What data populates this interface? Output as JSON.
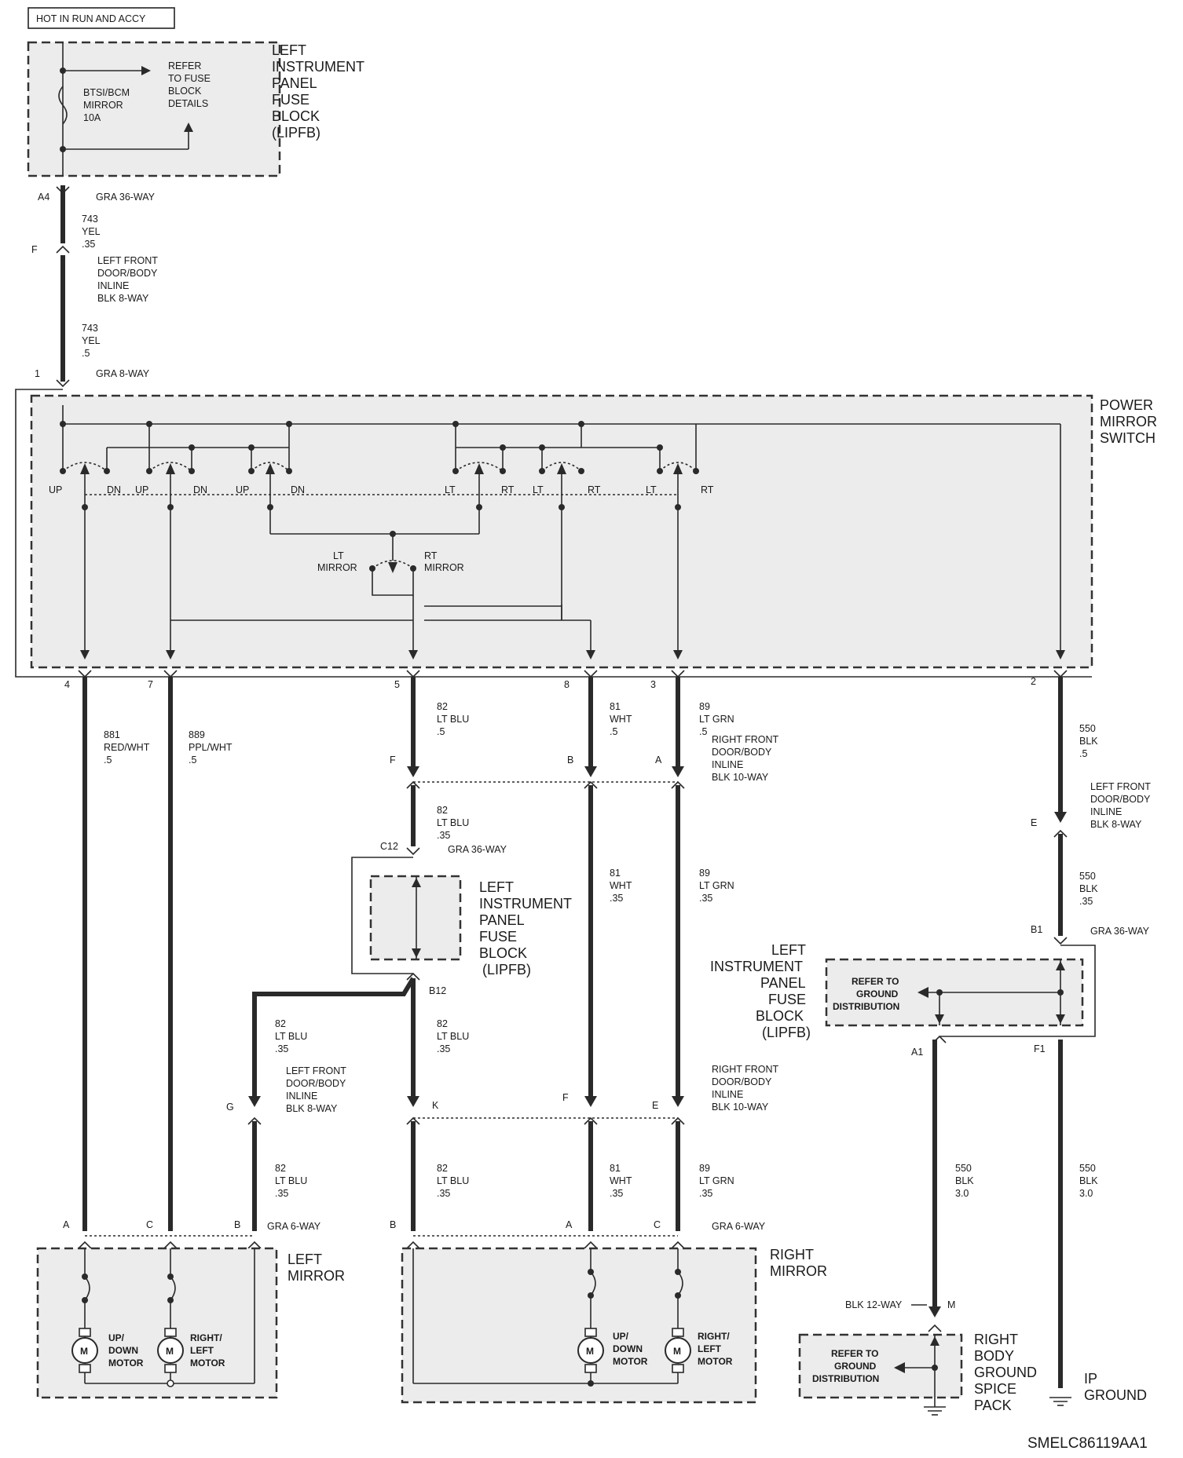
{
  "header": {
    "hot_label": "HOT IN RUN AND ACCY"
  },
  "components": {
    "lipfb_top": {
      "title": [
        "LEFT",
        "INSTRUMENT",
        "PANEL",
        "FUSE",
        "BLOCK",
        "(LIPFB)"
      ],
      "fuse_label": [
        "BTSI/BCM",
        "MIRROR",
        "10A"
      ],
      "refer_label": [
        "REFER",
        "TO FUSE",
        "BLOCK",
        "DETAILS"
      ]
    },
    "power_mirror_switch": {
      "title": [
        "POWER",
        "MIRROR",
        "SWITCH"
      ],
      "contacts": [
        "UP",
        "DN",
        "UP",
        "DN",
        "UP",
        "DN",
        "LT",
        "RT",
        "LT",
        "RT",
        "LT",
        "RT"
      ],
      "selector_left": [
        "LT",
        "MIRROR"
      ],
      "selector_right": [
        "RT",
        "MIRROR"
      ]
    },
    "lipfb_mid": {
      "title": [
        "LEFT",
        "INSTRUMENT",
        "PANEL",
        "FUSE",
        "BLOCK",
        "(LIPFB)"
      ]
    },
    "lipfb_right": {
      "title": [
        "LEFT",
        "INSTRUMENT",
        "PANEL",
        "FUSE",
        "BLOCK",
        "(LIPFB)"
      ],
      "refer_label": [
        "REFER TO",
        "GROUND",
        "DISTRIBUTION"
      ]
    },
    "left_mirror": {
      "title": [
        "LEFT",
        "MIRROR"
      ],
      "motor1": [
        "UP/",
        "DOWN",
        "MOTOR"
      ],
      "motor2": [
        "RIGHT/",
        "LEFT",
        "MOTOR"
      ],
      "m": "M"
    },
    "right_mirror": {
      "title": [
        "RIGHT",
        "MIRROR"
      ],
      "motor1": [
        "UP/",
        "DOWN",
        "MOTOR"
      ],
      "motor2": [
        "RIGHT/",
        "LEFT",
        "MOTOR"
      ],
      "m": "M"
    },
    "right_body_ground": {
      "title": [
        "RIGHT",
        "BODY",
        "GROUND",
        "SPICE",
        "PACK"
      ],
      "refer_label": [
        "REFER TO",
        "GROUND",
        "DISTRIBUTION"
      ]
    },
    "ip_ground": {
      "title": [
        "IP",
        "GROUND"
      ]
    }
  },
  "connectors": {
    "a4": {
      "pin": "A4",
      "name": "GRA 36-WAY"
    },
    "f_top": {
      "pin": "F",
      "name": [
        "LEFT FRONT",
        "DOOR/BODY",
        "INLINE",
        "BLK 8-WAY"
      ]
    },
    "sw1": {
      "pin": "1",
      "name": "GRA 8-WAY"
    },
    "sw_pins": [
      "4",
      "7",
      "5",
      "8",
      "3",
      "2"
    ],
    "rfd_top": {
      "pins": [
        "F",
        "B",
        "A"
      ],
      "name": [
        "RIGHT FRONT",
        "DOOR/BODY",
        "INLINE",
        "BLK 10-WAY"
      ]
    },
    "lfd_e": {
      "pin": "E",
      "name": [
        "LEFT FRONT",
        "DOOR/BODY",
        "INLINE",
        "BLK 8-WAY"
      ]
    },
    "c12": {
      "pin": "C12",
      "name": "GRA 36-WAY"
    },
    "b12": {
      "pin": "B12"
    },
    "b1": {
      "pin": "B1",
      "name": "GRA 36-WAY"
    },
    "a1": {
      "pin": "A1"
    },
    "f1": {
      "pin": "F1"
    },
    "lfd_g": {
      "pin": "G",
      "name": [
        "LEFT FRONT",
        "DOOR/BODY",
        "INLINE",
        "BLK 8-WAY"
      ]
    },
    "rfd_bot": {
      "pins": [
        "K",
        "F",
        "E"
      ],
      "name": [
        "RIGHT FRONT",
        "DOOR/BODY",
        "INLINE",
        "BLK 10-WAY"
      ]
    },
    "lm_conn": {
      "pins": [
        "A",
        "C",
        "B"
      ],
      "name": "GRA 6-WAY"
    },
    "rm_conn": {
      "pins": [
        "B",
        "A",
        "C"
      ],
      "name": "GRA 6-WAY"
    },
    "m_conn": {
      "pin": "M",
      "name": "BLK 12-WAY"
    }
  },
  "wires": {
    "w743a": [
      "743",
      "YEL",
      ".35"
    ],
    "w743b": [
      "743",
      "YEL",
      ".5"
    ],
    "w881": [
      "881",
      "RED/WHT",
      ".5"
    ],
    "w889": [
      "889",
      "PPL/WHT",
      ".5"
    ],
    "w82a": [
      "82",
      "LT BLU",
      ".5"
    ],
    "w81a": [
      "81",
      "WHT",
      ".5"
    ],
    "w89a": [
      "89",
      "LT GRN",
      ".5"
    ],
    "w550a": [
      "550",
      "BLK",
      ".5"
    ],
    "w82b": [
      "82",
      "LT BLU",
      ".35"
    ],
    "w81b": [
      "81",
      "WHT",
      ".35"
    ],
    "w89b": [
      "89",
      "LT GRN",
      ".35"
    ],
    "w550b": [
      "550",
      "BLK",
      ".35"
    ],
    "w82c": [
      "82",
      "LT BLU",
      ".35"
    ],
    "w82d": [
      "82",
      "LT BLU",
      ".35"
    ],
    "w82e": [
      "82",
      "LT BLU",
      ".35"
    ],
    "w82f": [
      "82",
      "LT BLU",
      ".35"
    ],
    "w81c": [
      "81",
      "WHT",
      ".35"
    ],
    "w89c": [
      "89",
      "LT GRN",
      ".35"
    ],
    "w550c": [
      "550",
      "BLK",
      "3.0"
    ],
    "w550d": [
      "550",
      "BLK",
      "3.0"
    ]
  },
  "footer": {
    "diagram_id": "SMELC86119AA1"
  }
}
